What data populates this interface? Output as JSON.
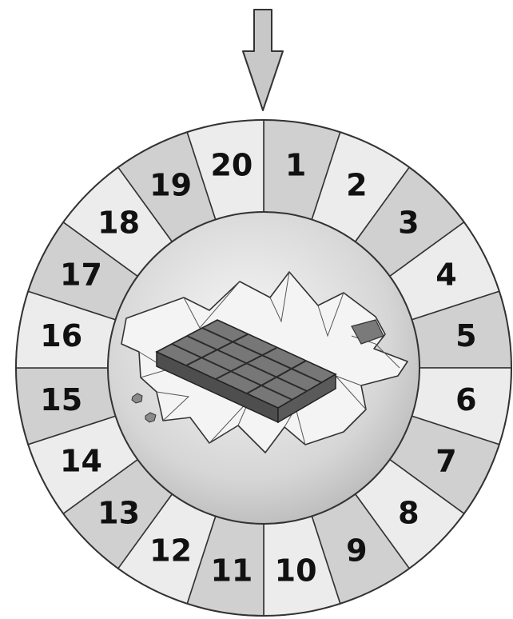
{
  "wheel": {
    "segments": [
      {
        "label": "1",
        "shade": "dark"
      },
      {
        "label": "2",
        "shade": "light"
      },
      {
        "label": "3",
        "shade": "dark"
      },
      {
        "label": "4",
        "shade": "light"
      },
      {
        "label": "5",
        "shade": "dark"
      },
      {
        "label": "6",
        "shade": "light"
      },
      {
        "label": "7",
        "shade": "dark"
      },
      {
        "label": "8",
        "shade": "light"
      },
      {
        "label": "9",
        "shade": "dark"
      },
      {
        "label": "10",
        "shade": "light"
      },
      {
        "label": "11",
        "shade": "dark"
      },
      {
        "label": "12",
        "shade": "light"
      },
      {
        "label": "13",
        "shade": "dark"
      },
      {
        "label": "14",
        "shade": "light"
      },
      {
        "label": "15",
        "shade": "dark"
      },
      {
        "label": "16",
        "shade": "light"
      },
      {
        "label": "17",
        "shade": "dark"
      },
      {
        "label": "18",
        "shade": "light"
      },
      {
        "label": "19",
        "shade": "dark"
      },
      {
        "label": "20",
        "shade": "light"
      }
    ],
    "colors": {
      "dark_segment": "#d0d0d0",
      "light_segment": "#ececec",
      "outline": "#333333",
      "pointer_fill": "#c8c8c8",
      "center_fill": "#dcdcdc",
      "chocolate": "#6e6e6e",
      "wrapper": "#f4f4f4"
    },
    "pointer_icon": "down-arrow-icon",
    "center_icon": "chocolate-bar-icon"
  }
}
